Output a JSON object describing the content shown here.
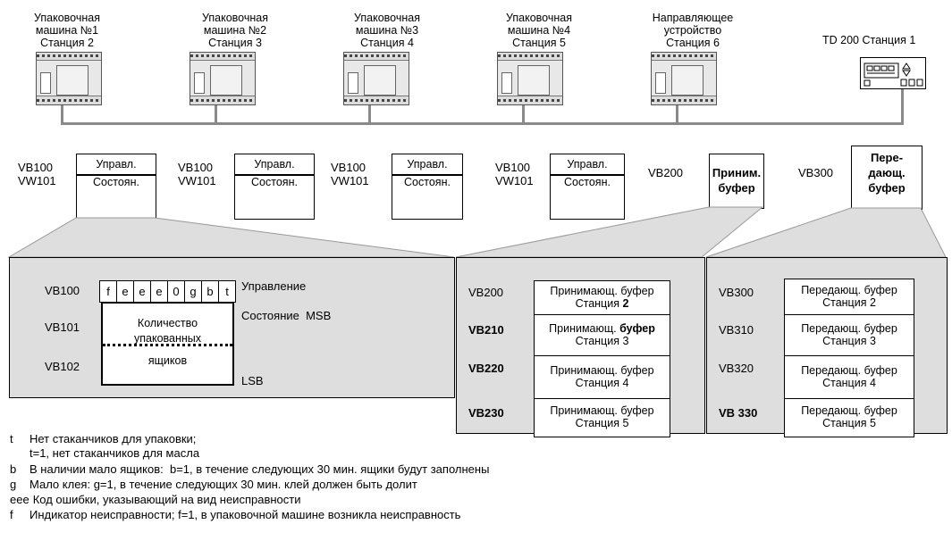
{
  "stations": [
    {
      "line1": "Упаковочная",
      "line2": "машина №1",
      "line3": "Станция 2"
    },
    {
      "line1": "Упаковочная",
      "line2": "машина №2",
      "line3": "Станция 3"
    },
    {
      "line1": "Упаковочная",
      "line2": "машина №3",
      "line3": "Станция 4"
    },
    {
      "line1": "Упаковочная",
      "line2": "машина №4",
      "line3": "Станция 5"
    },
    {
      "line1": "Направляющее",
      "line2": "устройство",
      "line3": "Станция 6"
    }
  ],
  "td200": {
    "label": "TD 200 Станция 1"
  },
  "mapping": {
    "vb100": "VB100",
    "vw101": "VW101",
    "ctrl": "Управл.",
    "state": "Состоян.",
    "vb200": "VB200",
    "recv_l1": "Приним.",
    "recv_l2": "буфер",
    "vb300": "VB300",
    "send_l1": "Пере-",
    "send_l2": "дающ.",
    "send_l3": "буфер"
  },
  "detail": {
    "vb100": "VB100",
    "vb101": "VB101",
    "vb102": "VB102",
    "bits": [
      "f",
      "e",
      "e",
      "e",
      "0",
      "g",
      "b",
      "t"
    ],
    "control": "Управление",
    "state_msb": "Состояние  MSB",
    "lsb": "LSB",
    "count_l1": "Количество",
    "count_l2": "упакованных",
    "count_l3": "ящиков"
  },
  "recv_buffers": [
    {
      "addr": "VB200",
      "l1": "Принимающ. буфер",
      "l2a": "Станция ",
      "l2b": "2"
    },
    {
      "addr": "VB210",
      "l1a": "Принимающ. ",
      "l1b": "буфер",
      "l2": "Станция 3"
    },
    {
      "addr": "VB220",
      "l1": "Принимающ. буфер",
      "l2": "Станция 4"
    },
    {
      "addr": "VB230",
      "l1": "Принимающ. буфер",
      "l2": "Станция 5"
    }
  ],
  "send_buffers": [
    {
      "addr": "VB300",
      "l1": "Передающ. буфер",
      "l2": "Станция 2"
    },
    {
      "addr": "VB310",
      "l1": "Передающ. буфер",
      "l2": "Станция 3"
    },
    {
      "addr": "VB320",
      "l1": "Передающ. буфер",
      "l2": "Станция 4"
    },
    {
      "addr": "VB 330",
      "l1": "Передающ. буфер",
      "l2": "Станция 5"
    }
  ],
  "legend": [
    {
      "key": "t",
      "text": "Нет стаканчиков для упаковки;"
    },
    {
      "key": "",
      "text": "t=1, нет стаканчиков для масла"
    },
    {
      "key": "b",
      "text": "В наличии мало ящиков:  b=1, в течение следующих 30 мин. ящики будут заполнены"
    },
    {
      "key": "g",
      "text": "Мало клея: g=1, в течение следующих 30 мин. клей должен быть долит"
    },
    {
      "key": "eee",
      "text": "Код ошибки, указывающий на вид неисправности"
    },
    {
      "key": "f",
      "text": "Индикатор неисправности; f=1, в упаковочной машине возникла неисправность"
    }
  ],
  "colors": {
    "panel": "#dedede",
    "bus": "#8a8a8a"
  }
}
